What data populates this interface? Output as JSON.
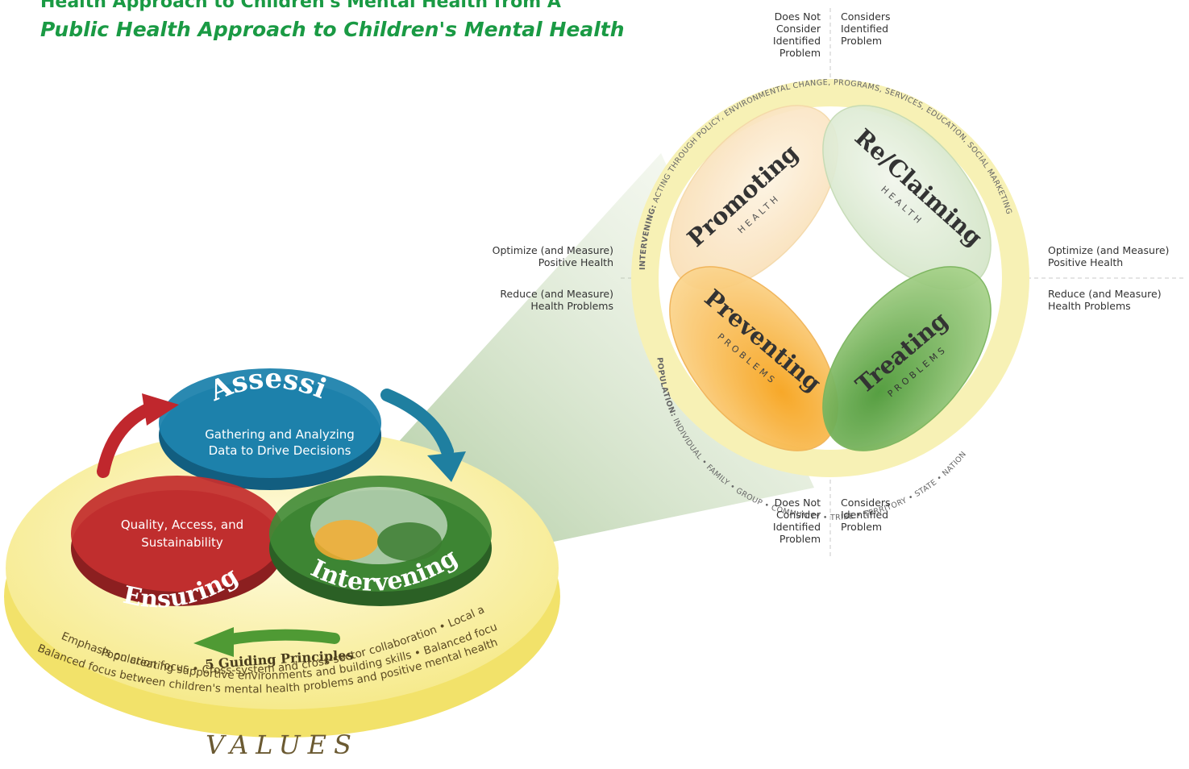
{
  "title": {
    "line1": "Health Approach to Children's Mental Health from A",
    "line2": "Public Health Approach to Children's Mental Health"
  },
  "quadrant": {
    "top_left": "Does Not\nConsider\nIdentified\nProblem",
    "top_right": "Considers\nIdentified\nProblem",
    "bottom_left": "Does Not\nConsider\nIdentified\nProblem",
    "bottom_right": "Considers\nIdentified\nProblem",
    "left_upper": "Optimize (and Measure)\nPositive Health",
    "left_lower": "Reduce (and Measure)\nHealth Problems",
    "right_upper": "Optimize (and Measure)\nPositive Health",
    "right_lower": "Reduce (and Measure)\nHealth Problems"
  },
  "ring": {
    "intervening_label": "INTERVENING:",
    "intervening_text": " ACTING THROUGH POLICY, ENVIRONMENTAL CHANGE, PROGRAMS, SERVICES, EDUCATION, SOCIAL MARKETING",
    "population_label": "POPULATION:",
    "population_text": " INDIVIDUAL • FAMILY • GROUP • COMMUNITY • TRIBE • TERRITORY • STATE • NATION"
  },
  "petals": {
    "promoting": {
      "main": "Promoting",
      "sub": "HEALTH"
    },
    "reclaiming": {
      "main": "Re/Claiming",
      "sub": "HEALTH"
    },
    "preventing": {
      "main": "Preventing",
      "sub": "PROBLEMS"
    },
    "treating": {
      "main": "Treating",
      "sub": "PROBLEMS"
    }
  },
  "framework": {
    "assessing": {
      "title": "Assessing",
      "desc1": "Gathering and Analyzing",
      "desc2": "Data to Drive Decisions"
    },
    "ensuring": {
      "title": "Ensuring",
      "desc1": "Quality, Access, and",
      "desc2": "Sustainability"
    },
    "intervening": {
      "title": "Intervening"
    },
    "principles_title": "5 Guiding Principles",
    "principles_line1": "Population focus  •  Cross-system and cross-sector collaboration  •  Local adaptation",
    "principles_line2": "Emphasis on creating supportive environments and building skills  •  Balanced focus",
    "principles_line3": "Balanced focus between children's mental health problems and positive mental health",
    "values": "VALUES"
  },
  "colors": {
    "title_green": "#1a9a44",
    "assessing_blue": "#1f7fa8",
    "ensuring_red": "#c0302f",
    "intervening_green": "#3f8a35",
    "ring_yellow": "#f7f1b5",
    "promoting_peach": "#fbe6c6",
    "reclaiming_green": "#dcebd3",
    "preventing_orange": "#f6ad33",
    "treating_green": "#6caf48"
  }
}
